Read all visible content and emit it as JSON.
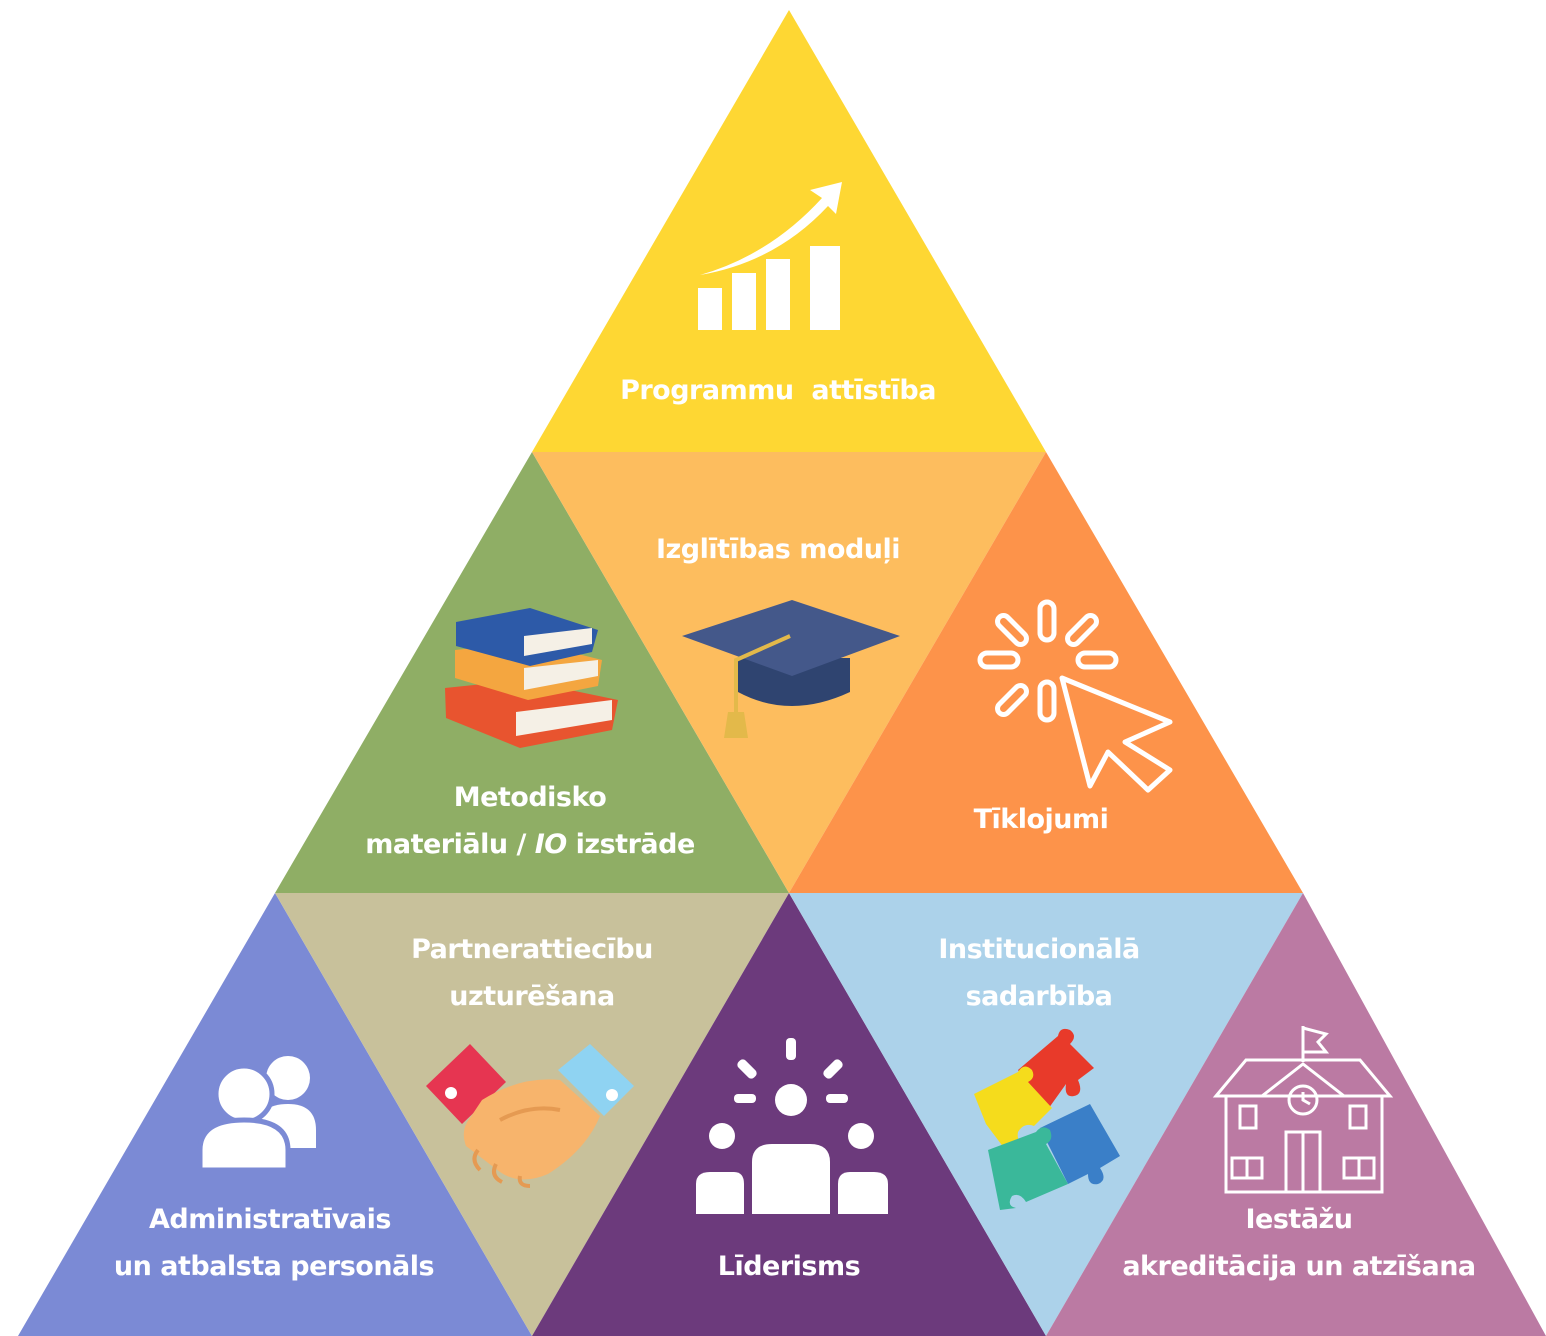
{
  "colors": {
    "top": "#fed733",
    "mid_left": "#8fae65",
    "mid_center": "#fdbd5e",
    "mid_right": "#fd934a",
    "bottom_1": "#7b8ad5",
    "bottom_2": "#c8c19b",
    "bottom_3": "#6c3a7c",
    "bottom_4": "#acd2ea",
    "bottom_5": "#bb7aa3"
  },
  "segments": {
    "top": {
      "label": "Programmu  attīstība",
      "icon": "growth-chart-icon"
    },
    "mid_center": {
      "label": "Izglītības moduļi",
      "icon": "graduation-cap-icon"
    },
    "mid_left": {
      "line1": "Metodisko",
      "line2_a": "materiālu / ",
      "line2_em": "IO",
      "line2_b": " izstrāde",
      "icon": "books-icon"
    },
    "mid_right": {
      "label": "Tīklojumi",
      "icon": "click-cursor-icon"
    },
    "bottom_1": {
      "line1": "Administratīvais",
      "line2": "un atbalsta personāls",
      "icon": "people-icon"
    },
    "bottom_2": {
      "line1": "Partnerattiecību",
      "line2": "uzturēšana",
      "icon": "handshake-icon"
    },
    "bottom_3": {
      "label": "Līderisms",
      "icon": "leadership-icon"
    },
    "bottom_4": {
      "line1": "Institucionālā",
      "line2": "sadarbība",
      "icon": "puzzle-icon"
    },
    "bottom_5": {
      "line1": "Iestāžu",
      "line2": "akreditācija un atzīšana",
      "icon": "school-building-icon"
    }
  }
}
